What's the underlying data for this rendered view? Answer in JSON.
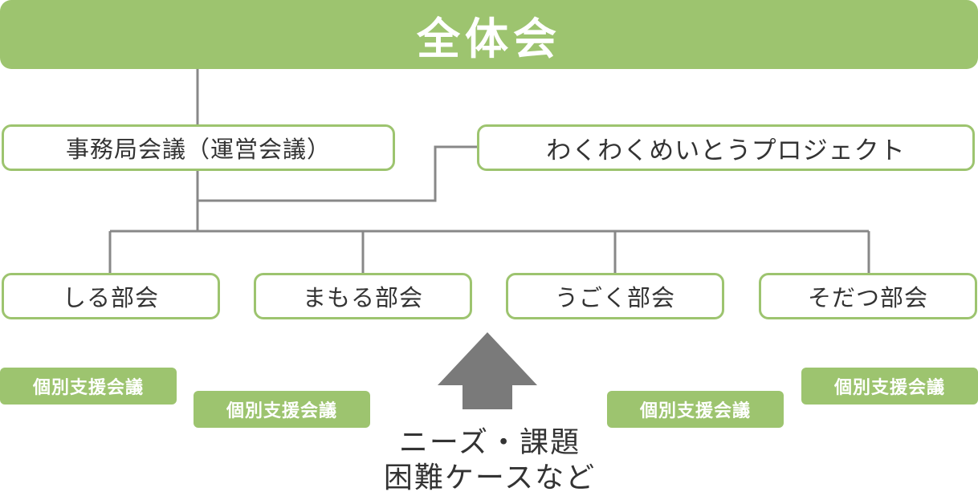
{
  "top": {
    "label": "全体会"
  },
  "secretariat": {
    "label": "事務局会議（運営会議）"
  },
  "project": {
    "label": "わくわくめいとうプロジェクト"
  },
  "subcommittees": [
    {
      "label": "しる部会"
    },
    {
      "label": "まもる部会"
    },
    {
      "label": "うごく部会"
    },
    {
      "label": "そだつ部会"
    }
  ],
  "support_meetings": [
    {
      "label": "個別支援会議"
    },
    {
      "label": "個別支援会議"
    },
    {
      "label": "個別支援会議"
    },
    {
      "label": "個別支援会議"
    }
  ],
  "needs": {
    "line1": "ニーズ・課題",
    "line2": "困難ケースなど"
  },
  "colors": {
    "green": "#9dc46f",
    "line": "#888888",
    "arrow": "#7a7a7a",
    "text": "#333333"
  }
}
